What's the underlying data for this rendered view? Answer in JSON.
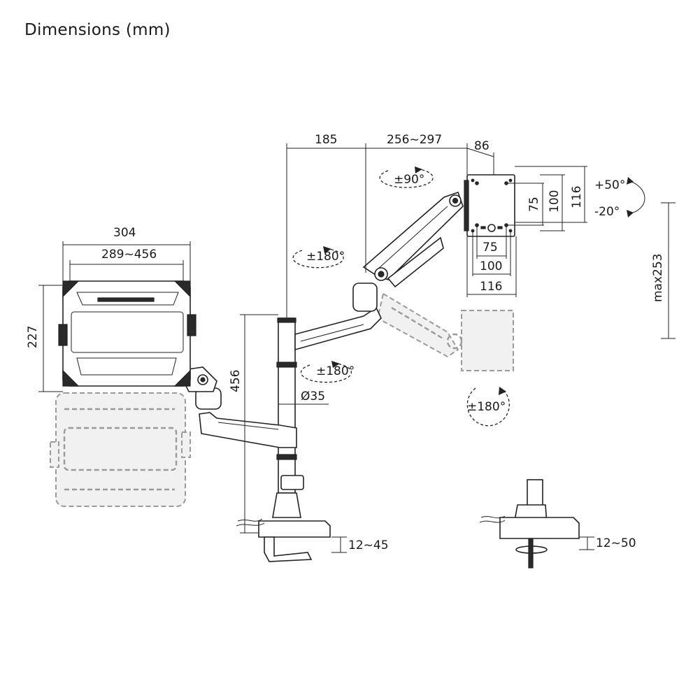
{
  "title": "Dimensions (mm)",
  "labels": {
    "arm_185": "185",
    "arm_256_297": "256~297",
    "plate_86": "86",
    "rot_90": "±90°",
    "rot_180_upper": "±180°",
    "rot_180_middle": "±180°",
    "rot_180_lower": "±180°",
    "vesa_v_75": "75",
    "vesa_v_100": "100",
    "vesa_v_116": "116",
    "vesa_h_75": "75",
    "vesa_h_100": "100",
    "vesa_h_116": "116",
    "tilt_plus": "+50°",
    "tilt_minus": "-20°",
    "max253": "max253",
    "tray_304": "304",
    "tray_289_456": "289~456",
    "tray_227": "227",
    "pole_456": "456",
    "pole_d35": "Ø35",
    "clamp_12_45": "12~45",
    "grommet_12_50": "12~50"
  }
}
